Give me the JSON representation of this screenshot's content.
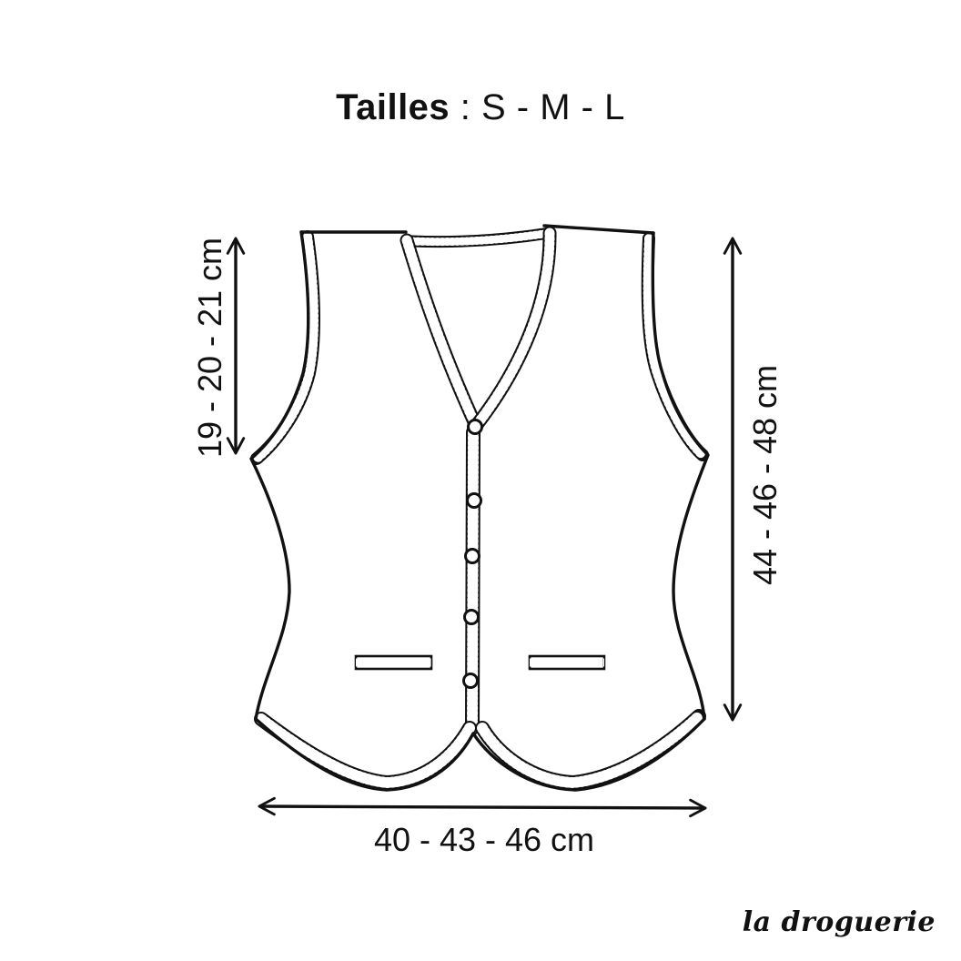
{
  "title": {
    "label_bold": "Tailles",
    "label_rest": " : S - M - L"
  },
  "measurements": {
    "armhole_depth": "19 - 20 - 21 cm",
    "total_length": "44 - 46 - 48 cm",
    "width": "40 - 43 - 46 cm"
  },
  "brand": "la droguerie",
  "colors": {
    "ink": "#111111",
    "background": "#ffffff"
  }
}
